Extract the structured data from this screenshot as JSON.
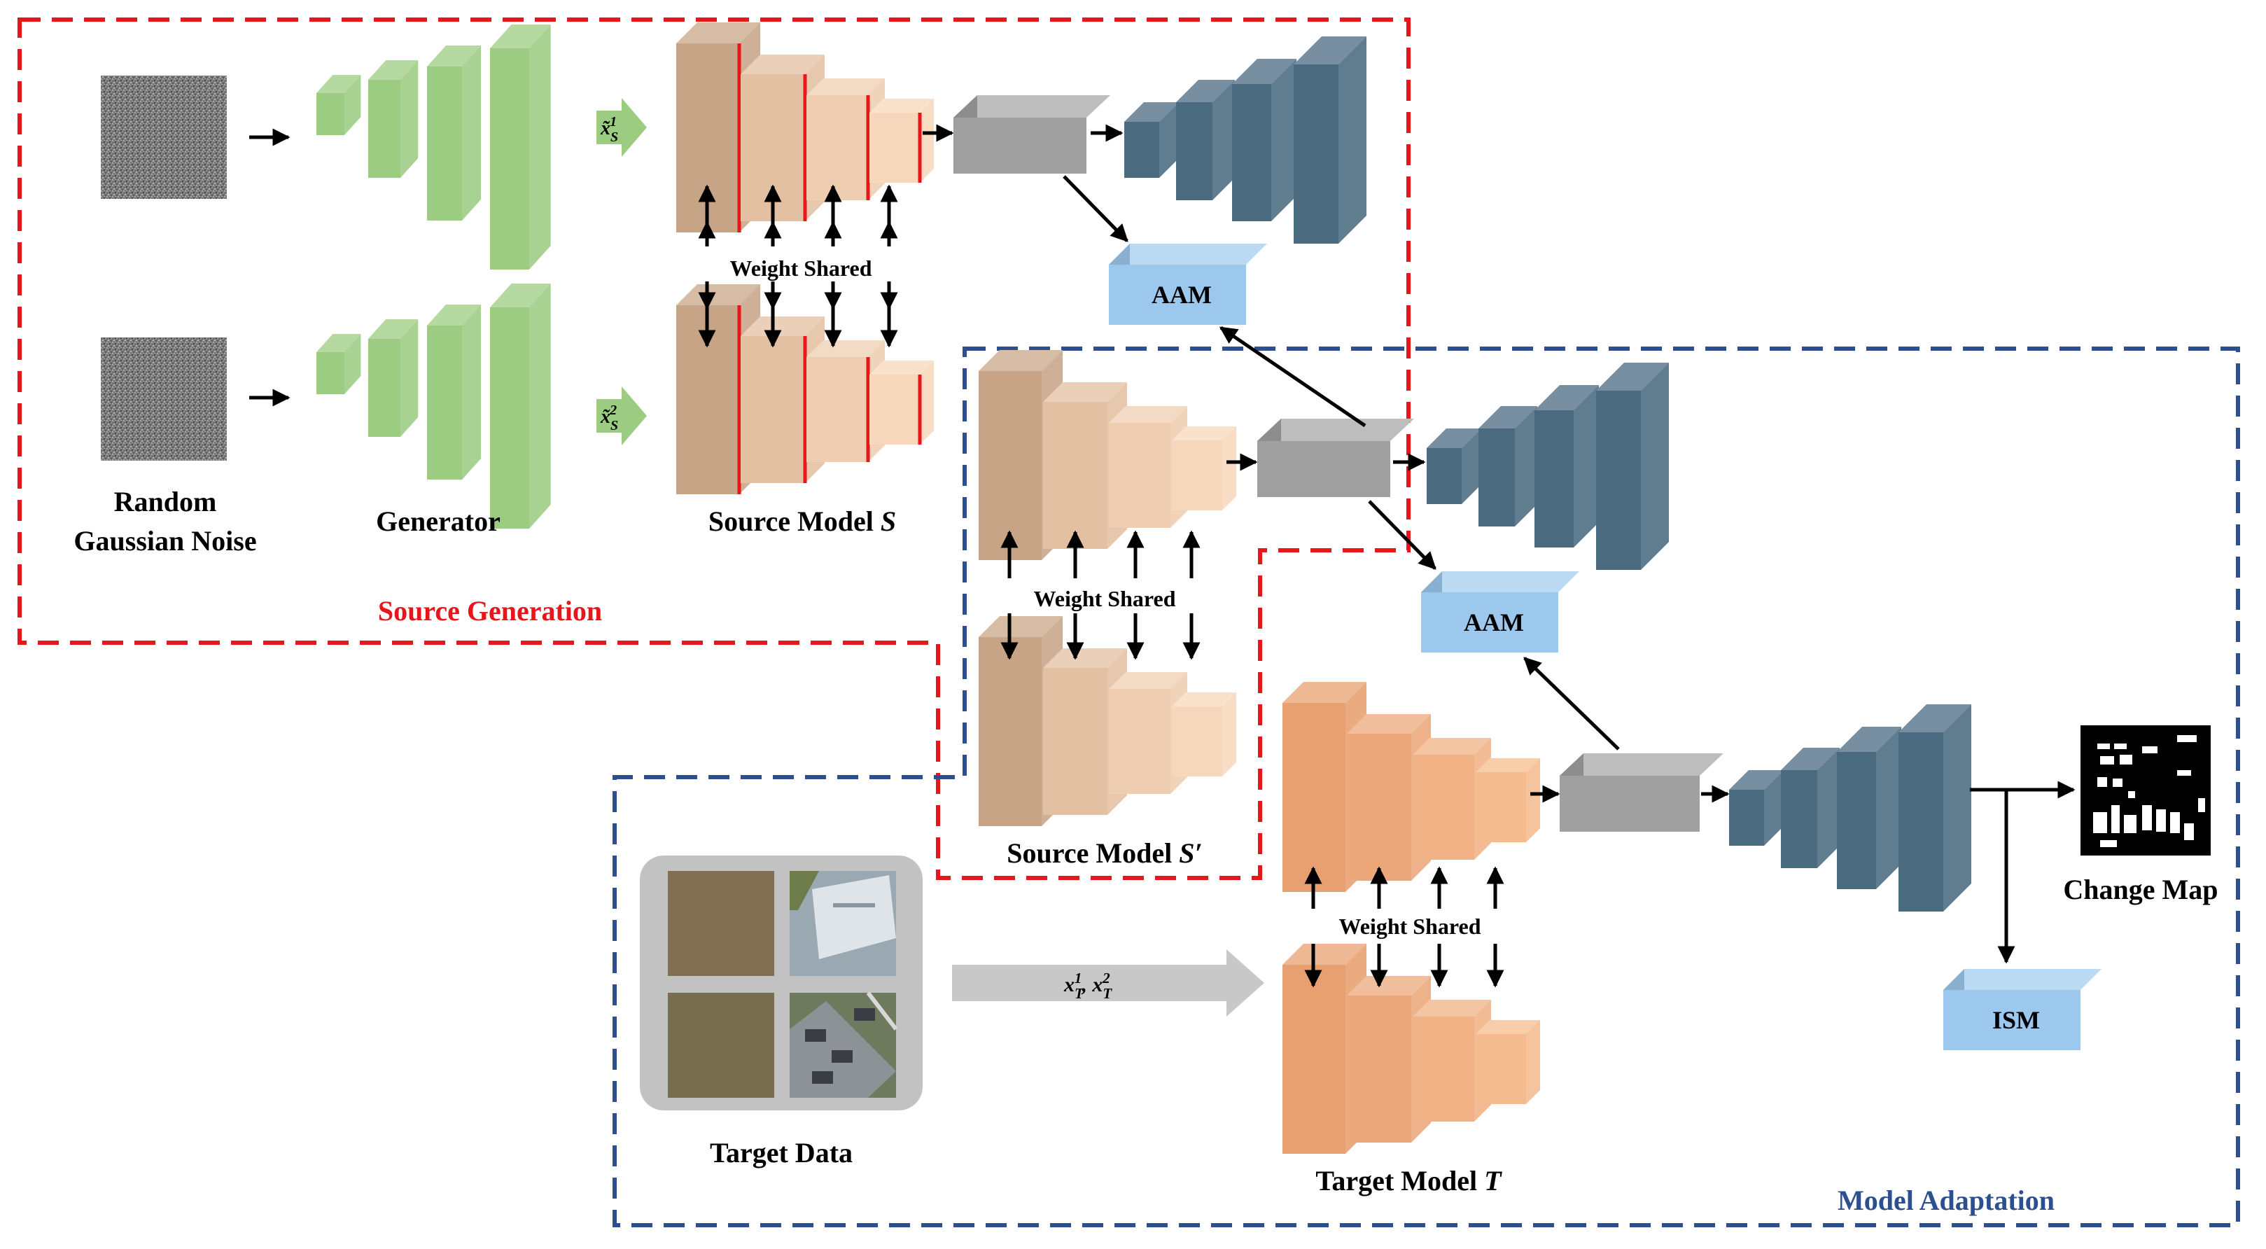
{
  "labels": {
    "noise_line1": "Random",
    "noise_line2": "Gaussian Noise",
    "generator": "Generator",
    "source_model_s": "Source Model ",
    "source_model_s_var": "S",
    "weight_shared": "Weight Shared",
    "aam": "AAM",
    "source_generation": "Source Generation",
    "source_model_s_prime": "Source Model ",
    "source_model_s_prime_var": "S′",
    "target_data": "Target Data",
    "target_model_t": "Target Model ",
    "target_model_t_var": "T",
    "change_map": "Change Map",
    "ism": "ISM",
    "model_adaptation": "Model Adaptation",
    "x_tilde_s1": "x̃",
    "x_tilde_s2": "x̃",
    "x_t_pair": "x",
    "sub_s": "S",
    "sub_t": "T",
    "sup_1": "1",
    "sup_2": "2",
    "comma": ", "
  },
  "colors": {
    "generator_green": "#9ccc82",
    "source_tan": "#c8a487",
    "source_light": "#f7d7bb",
    "target_orange": "#e8a070",
    "decoder_slate": "#4a6a80",
    "bottleneck_gray": "#a0a0a0",
    "module_blue": "#9cc8ee",
    "source_box_red": "#e8151b",
    "adapt_box_blue": "#2c4f8f",
    "arrow_black": "#000000"
  }
}
